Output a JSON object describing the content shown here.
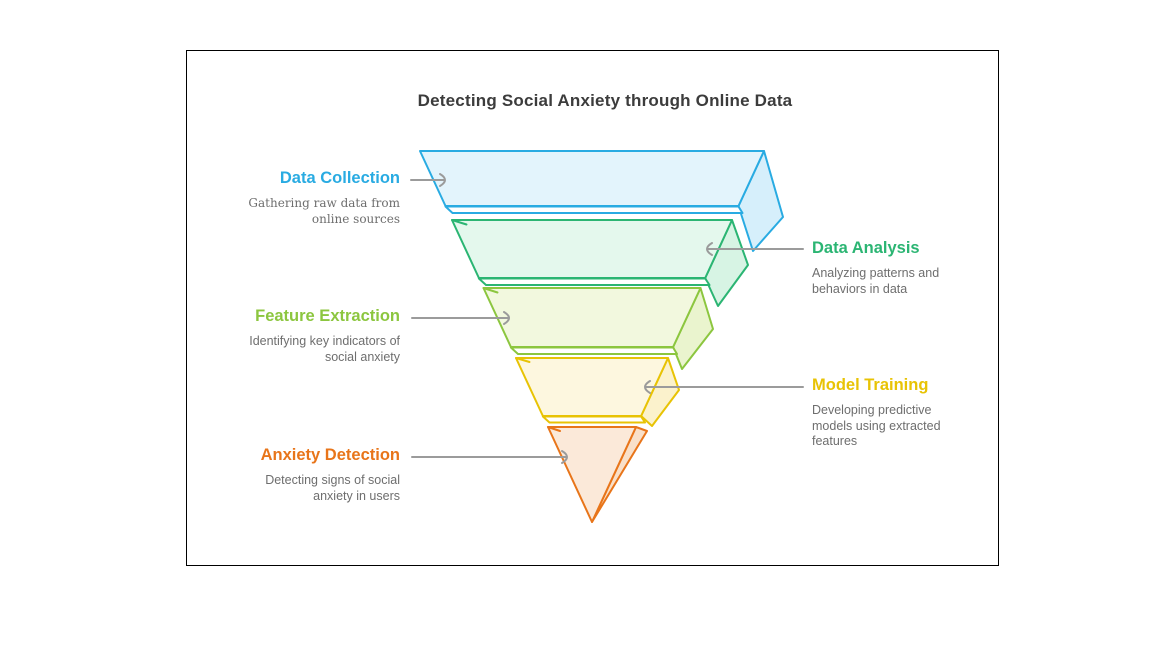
{
  "frame": {
    "title": "Detecting Social Anxiety through Online Data",
    "title_color": "#3C3C3C",
    "border_color": "#000000",
    "background": "#FFFFFF"
  },
  "arrow_color": "#9B9B9B",
  "desc_color": "#6E6E6E",
  "stages": [
    {
      "id": "data-collection",
      "label": "Data Collection",
      "description": "Gathering raw data from online sources",
      "color": "#29ABE2",
      "fill": "#E3F4FC",
      "panel_fill": "#D6EFFB",
      "label_side": "left"
    },
    {
      "id": "data-analysis",
      "label": "Data Analysis",
      "description": "Analyzing patterns and behaviors in data",
      "color": "#2BB573",
      "fill": "#E4F8ED",
      "panel_fill": "#D7F4E4",
      "label_side": "right"
    },
    {
      "id": "feature-extraction",
      "label": "Feature Extraction",
      "description": "Identifying key indicators of social anxiety",
      "color": "#8CC63F",
      "fill": "#F2F8DE",
      "panel_fill": "#EAF4CE",
      "label_side": "left"
    },
    {
      "id": "model-training",
      "label": "Model Training",
      "description": "Developing predictive models using extracted features",
      "color": "#E8C305",
      "fill": "#FDF7DF",
      "panel_fill": "#FBF2CC",
      "label_side": "right"
    },
    {
      "id": "anxiety-detection",
      "label": "Anxiety Detection",
      "description": "Detecting signs of social anxiety in users",
      "color": "#E8751A",
      "fill": "#FBE9D9",
      "panel_fill": "#F9E0C9",
      "label_side": "left"
    }
  ]
}
